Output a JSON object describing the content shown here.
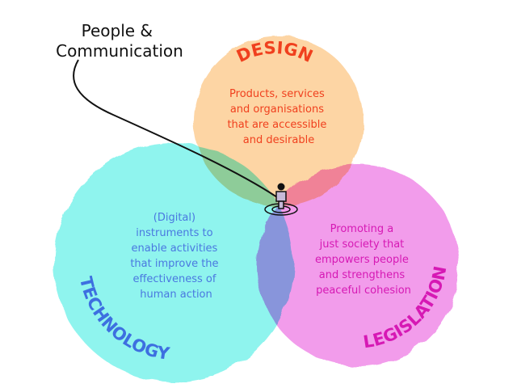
{
  "title_lines": [
    "People &",
    "Communication"
  ],
  "circles": {
    "design": {
      "label": "DESIGN",
      "color": "#fdd5a4",
      "text_color": "#f0401e",
      "text": [
        "Products, services",
        "and organisations",
        "that are accessible",
        "and desirable"
      ]
    },
    "technology": {
      "label": "TECHNOLOGY",
      "color": "#8ff4ee",
      "text_color": "#4a78e0",
      "text": [
        "(Digital)",
        "instruments to",
        "enable activities",
        "that improve the",
        "effectiveness of",
        "human action"
      ]
    },
    "legislation": {
      "label": "LEGISLATION",
      "color": "#f29ceb",
      "text_color": "#d619b4",
      "text": [
        "Promoting a",
        "just society that",
        "empowers people",
        "and strengthens",
        "peaceful cohesion"
      ]
    }
  },
  "icons": {
    "center": "person-on-target-icon"
  }
}
